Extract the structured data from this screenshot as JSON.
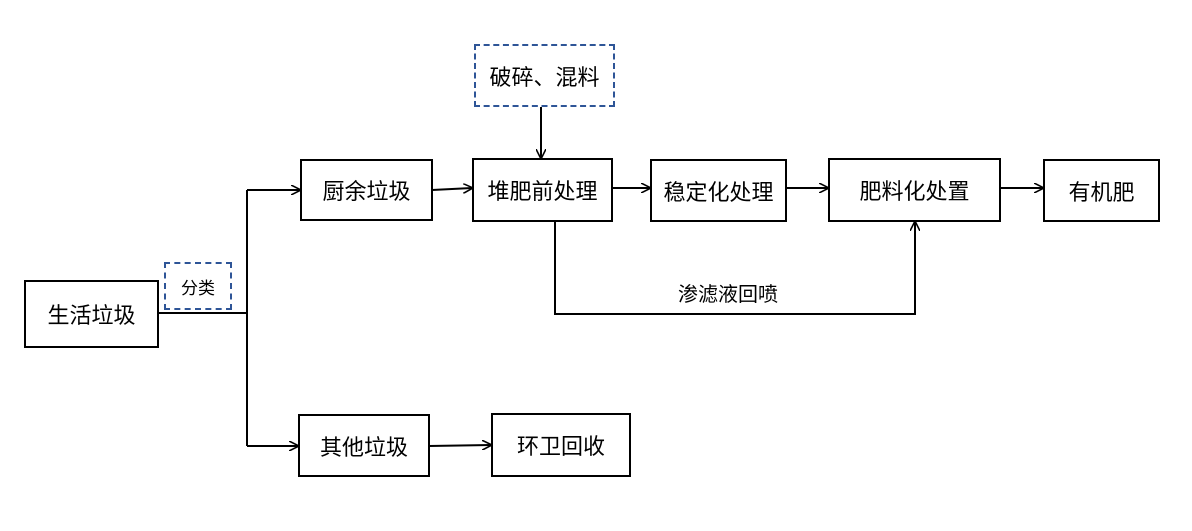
{
  "nodes": {
    "household_waste": "生活垃圾",
    "classify": "分类",
    "kitchen_waste": "厨余垃圾",
    "other_waste": "其他垃圾",
    "crush_mix": "破碎、混料",
    "pre_treatment": "堆肥前处理",
    "stabilization": "稳定化处理",
    "fertilizer_disposal": "肥料化处置",
    "organic_fertilizer": "有机肥",
    "sanitation_recycling": "环卫回收"
  },
  "edges": {
    "leachate_spray": "渗滤液回喷"
  },
  "colors": {
    "line": "#000000",
    "dashed_border": "#2e5597"
  }
}
